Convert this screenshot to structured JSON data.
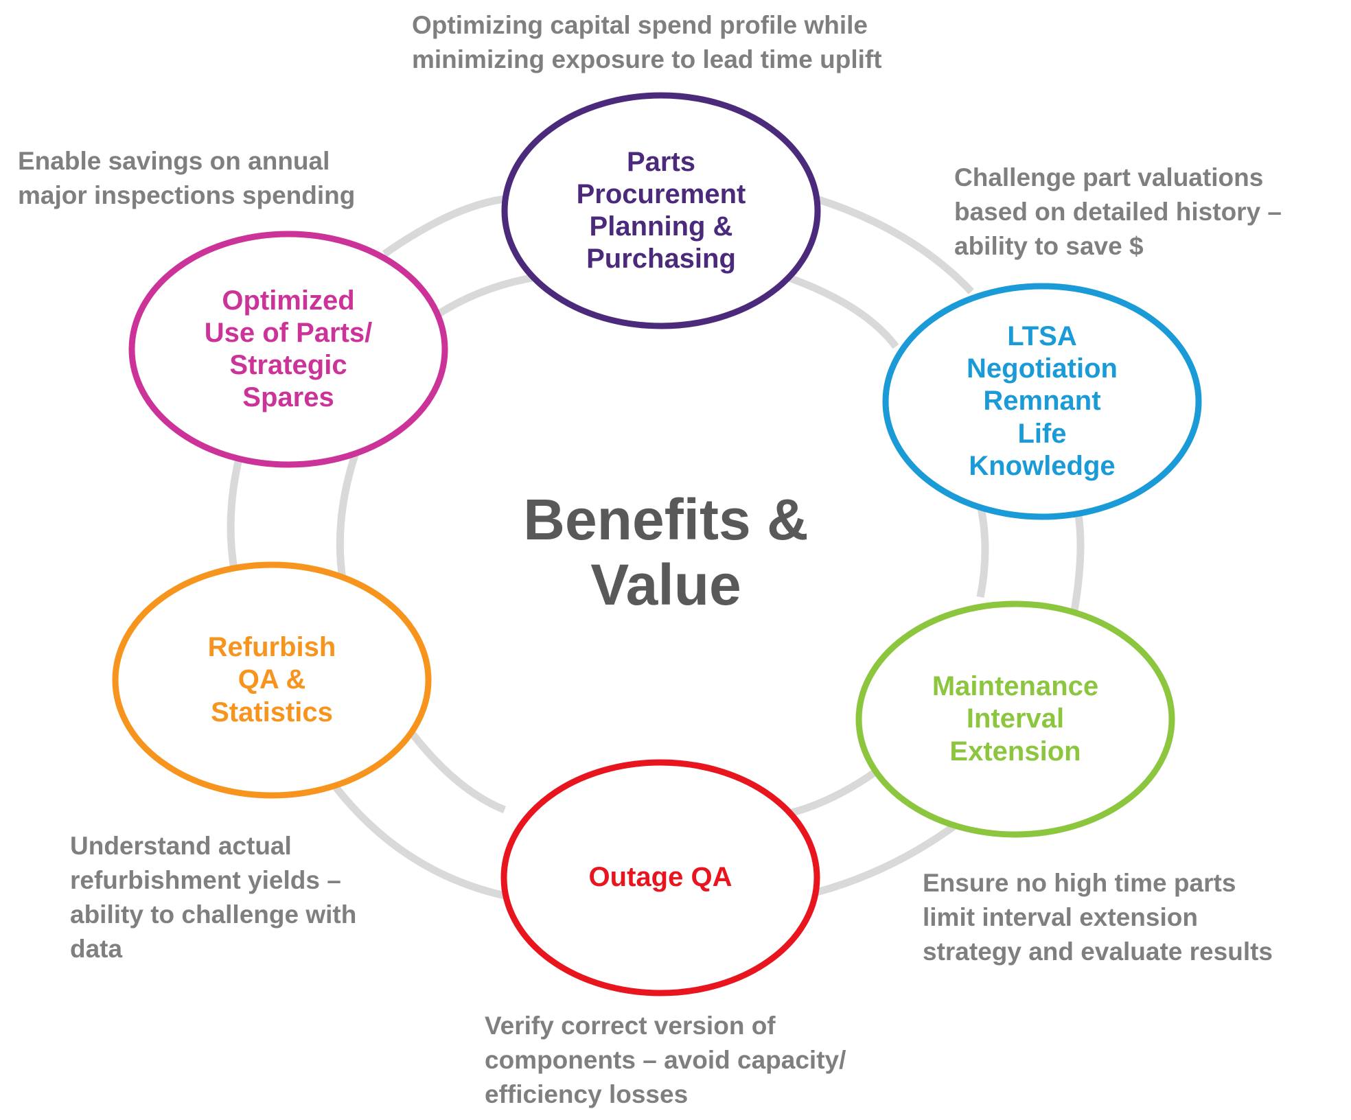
{
  "center": {
    "lines": [
      "Benefits &",
      "Value"
    ],
    "color": "#595959"
  },
  "ring": {
    "color": "#d9d9d9"
  },
  "nodes": [
    {
      "id": "parts-procurement",
      "lines": [
        "Parts",
        "Procurement",
        "Planning &",
        "Purchasing"
      ],
      "color": "#4b2a7b"
    },
    {
      "id": "ltsa-negotiation",
      "lines": [
        "LTSA",
        "Negotiation",
        "Remnant",
        "Life",
        "Knowledge"
      ],
      "color": "#1a9ad6"
    },
    {
      "id": "maintenance-interval",
      "lines": [
        "Maintenance",
        "Interval",
        "Extension"
      ],
      "color": "#8cc63f"
    },
    {
      "id": "outage-qa",
      "lines": [
        "Outage QA"
      ],
      "color": "#e8141e"
    },
    {
      "id": "refurbish-qa",
      "lines": [
        "Refurbish",
        "QA &",
        "Statistics"
      ],
      "color": "#f7941d"
    },
    {
      "id": "optimized-parts",
      "lines": [
        "Optimized",
        "Use of Parts/",
        "Strategic",
        "Spares"
      ],
      "color": "#cc3399"
    }
  ],
  "descriptions": [
    {
      "id": "capital-spend",
      "lines": [
        "Optimizing capital spend profile while",
        "minimizing exposure to lead time uplift"
      ]
    },
    {
      "id": "part-valuations",
      "lines": [
        "Challenge part valuations",
        "based on detailed history –",
        "ability to save $"
      ]
    },
    {
      "id": "high-time-parts",
      "lines": [
        "Ensure no high time parts",
        "limit interval extension",
        "strategy and evaluate results"
      ]
    },
    {
      "id": "verify-version",
      "lines": [
        "Verify correct version of",
        "components – avoid capacity/",
        "efficiency losses"
      ]
    },
    {
      "id": "refurbishment-yields",
      "lines": [
        "Understand actual",
        "refurbishment yields –",
        "ability to challenge with",
        "data"
      ]
    },
    {
      "id": "inspection-savings",
      "lines": [
        "Enable savings on annual",
        "major inspections spending"
      ]
    }
  ]
}
